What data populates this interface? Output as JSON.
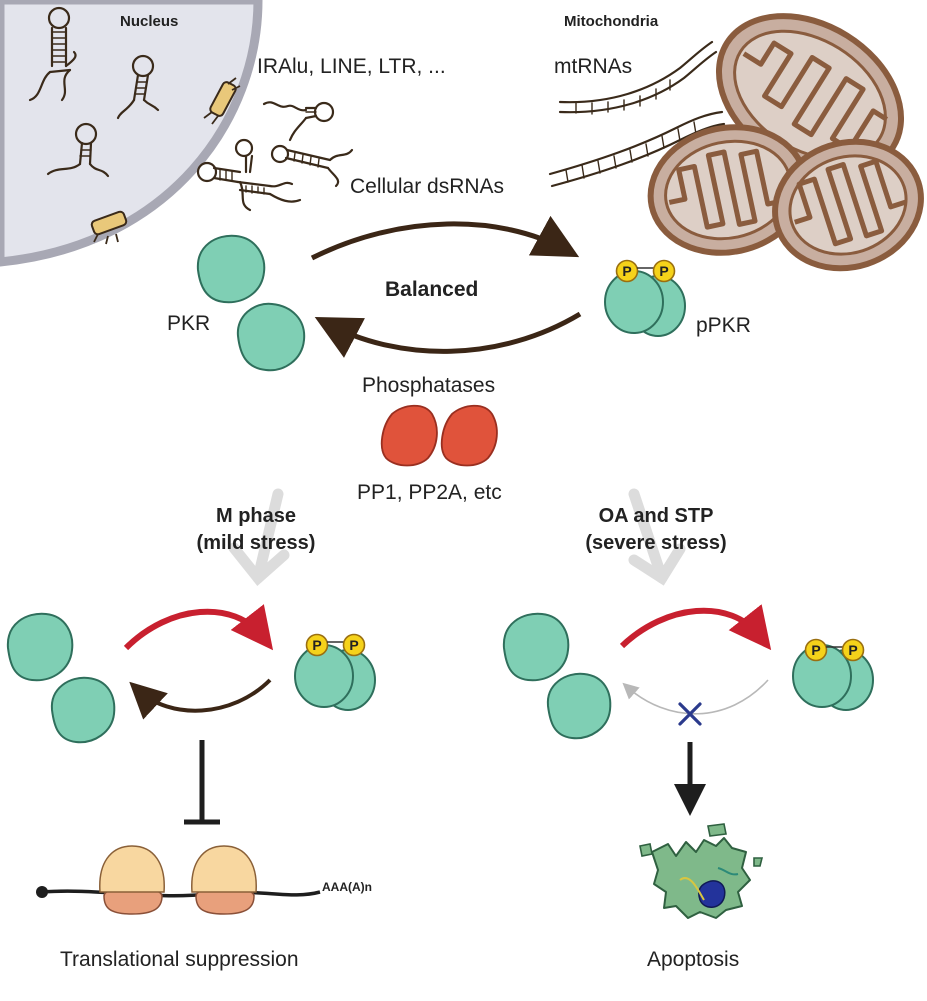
{
  "labels": {
    "nucleus": "Nucleus",
    "mitochondria": "Mitochondria",
    "repeat_rnas": "IRAlu, LINE, LTR, ...",
    "mt_rnas": "mtRNAs",
    "cellular_dsrnas": "Cellular dsRNAs",
    "balanced": "Balanced",
    "pkr": "PKR",
    "ppkr": "pPKR",
    "phosphatases": "Phosphatases",
    "phosphatase_examples": "PP1, PP2A, etc",
    "m_phase_line1": "M phase",
    "m_phase_line2": "(mild stress)",
    "oa_stp_line1": "OA and STP",
    "oa_stp_line2": "(severe stress)",
    "poly_a": "AAA(A)n",
    "translational_suppression": "Translational suppression",
    "apoptosis": "Apoptosis",
    "phospho": "P"
  },
  "colors": {
    "pkr_fill": "#7fcfb4",
    "pkr_stroke": "#2f6f5c",
    "phospho_fill": "#f5d21a",
    "phosphatase_fill": "#e0533b",
    "arrow_dark": "#3b2616",
    "arrow_red": "#c8202f",
    "arrow_grey_light": "#dcdcdc",
    "arrow_faint": "#b8b8b8",
    "inhibition_x": "#2b3a8c",
    "nucleus_fill": "#e3e4ec",
    "mito_fill": "#c8aea0",
    "ribosome_top": "#f8d7a0",
    "ribosome_bottom": "#e8a07c",
    "apoptosis_fill": "#7fb98a"
  }
}
